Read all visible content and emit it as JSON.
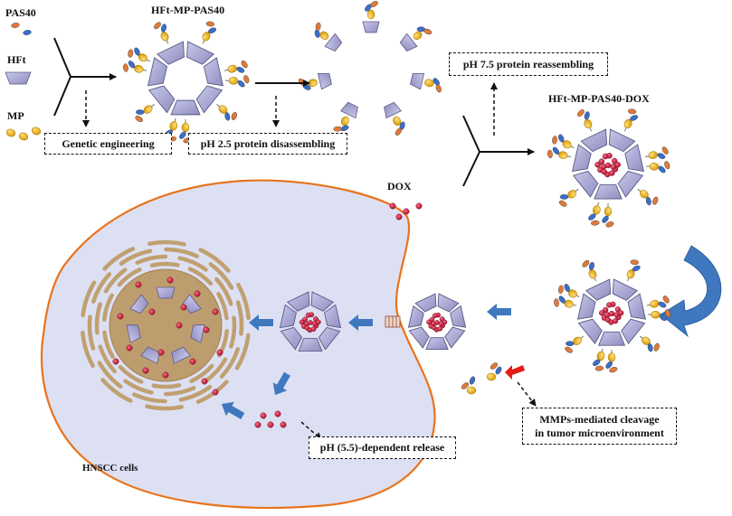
{
  "labels": {
    "pas40": "PAS40",
    "hft": "HFt",
    "mp": "MP",
    "hft_mp_pas40": "HFt-MP-PAS40",
    "hft_mp_pas40_dox": "HFt-MP-PAS40-DOX",
    "dox": "DOX",
    "hnscc_cells": "HNSCC cells"
  },
  "boxes": {
    "genetic_engineering": "Genetic engineering",
    "disassembling": "pH 2.5 protein disassembling",
    "reassembling": "pH 7.5 protein reassembling",
    "release": "pH (5.5)-dependent release",
    "cleavage_line1": "MMPs-mediated cleavage",
    "cleavage_line2": "in tumor microenvironment"
  },
  "colors": {
    "cage": "#aaa8d2",
    "cage_edge": "#5a5a88",
    "dox": "#c0163a",
    "mp": "#f0b81c",
    "pas_orange": "#e07a3a",
    "pas_blue": "#3a6ec8",
    "cell_fill": "#dde0f3",
    "cell_edge": "#e8731c",
    "nucleus": "#bd9d6e",
    "arrow_blue": "#3f78bf",
    "arrow_red": "#e31b1b"
  }
}
